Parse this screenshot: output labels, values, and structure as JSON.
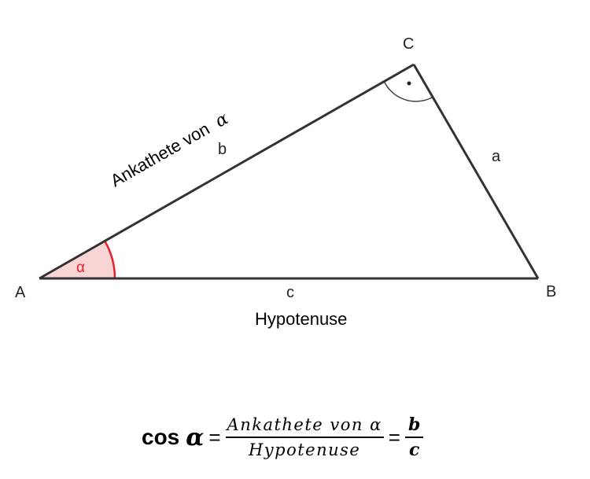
{
  "vertices": {
    "a_label": "A",
    "b_label": "B",
    "c_label": "C"
  },
  "sides": {
    "a_label": "a",
    "b_label": "b",
    "c_label": "c"
  },
  "angle": {
    "label": "α",
    "color": "#e8202a",
    "fill": "#f8d4d4"
  },
  "side_names": {
    "adjacent": "Ankathete von",
    "adjacent_symbol": "α",
    "hypotenuse": "Hypotenuse"
  },
  "formula": {
    "cos": "cos",
    "alpha": "α",
    "equals_1": "=",
    "numerator": "Ankathete von α",
    "denominator": "Hypotenuse",
    "equals_2": "=",
    "num_letter": "b",
    "den_letter": "c"
  }
}
